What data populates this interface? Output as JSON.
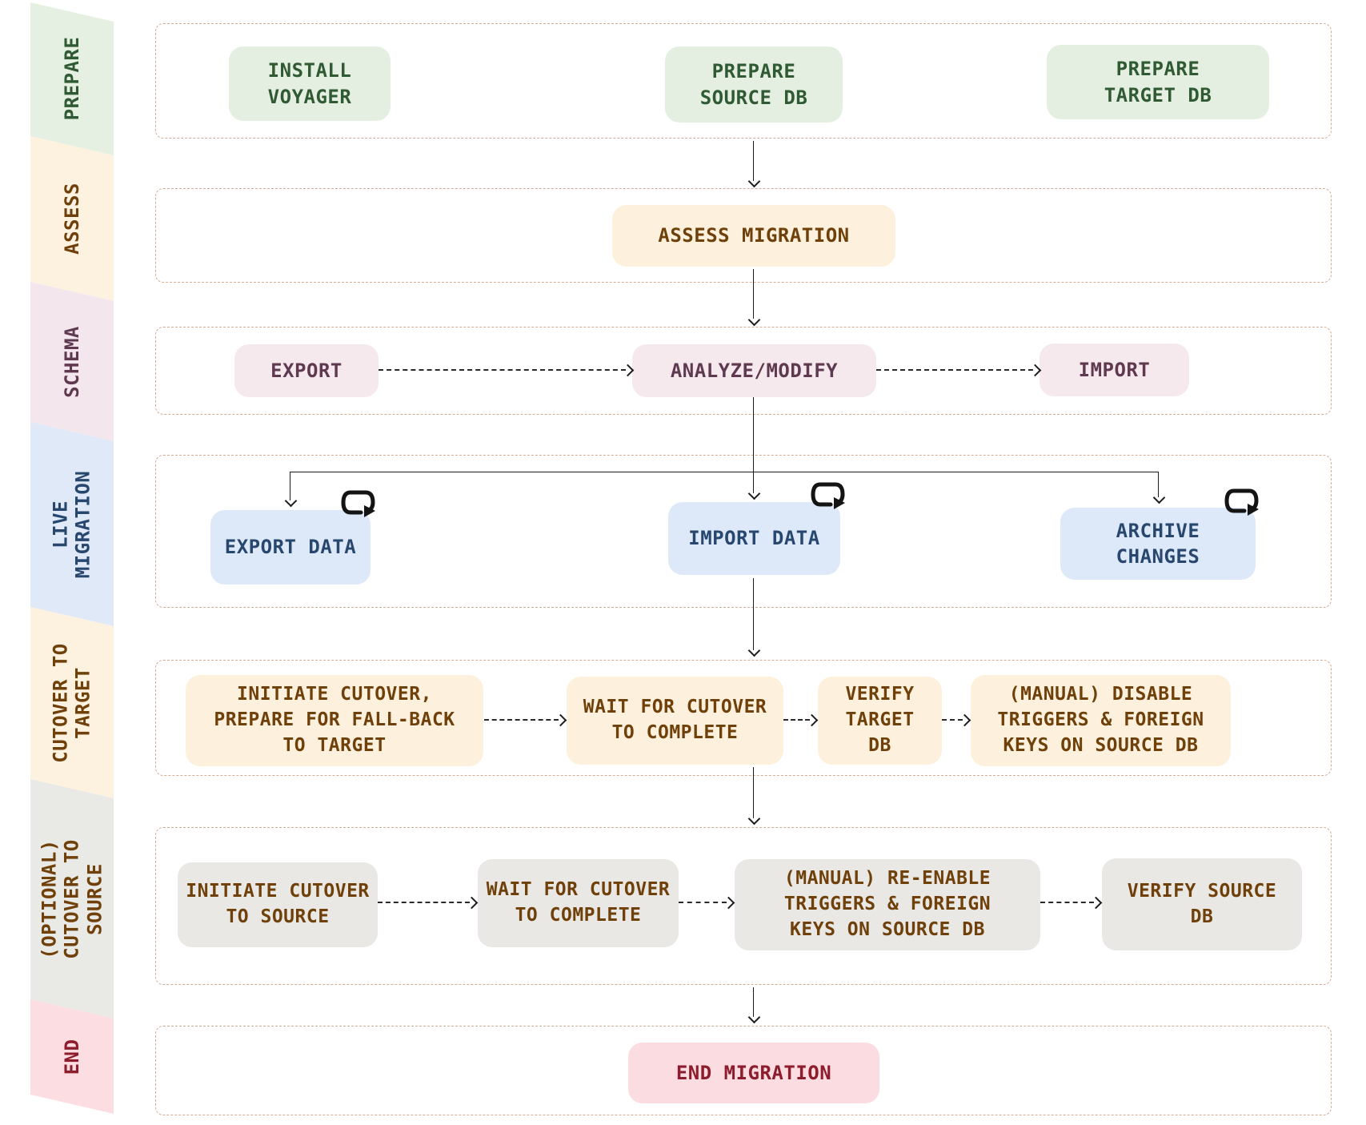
{
  "palette": {
    "lane_border": "#d3ab92",
    "arrow": "#1c1c1c",
    "prepare_bg": "#e5efe1",
    "prepare_text": "#2f5a33",
    "assess_bg": "#fdf0dd",
    "assess_text": "#6f4009",
    "schema_bg": "#f5e9ed",
    "schema_text": "#5f3950",
    "live_bg": "#dde8f8",
    "live_text": "#27476e",
    "cutover_bg": "#fdf0dd",
    "cutover_text": "#6f4009",
    "source_bg": "#e9e8e5",
    "source_text": "#6f4009",
    "end_bg": "#fbdce0",
    "end_text": "#8d1c2c"
  },
  "lanes": [
    {
      "label": "PREPARE",
      "nodes": [
        {
          "label": "INSTALL\nVOYAGER"
        },
        {
          "label": "PREPARE\nSOURCE DB"
        },
        {
          "label": "PREPARE\nTARGET DB"
        }
      ]
    },
    {
      "label": "ASSESS",
      "nodes": [
        {
          "label": "ASSESS MIGRATION"
        }
      ]
    },
    {
      "label": "SCHEMA",
      "nodes": [
        {
          "label": "EXPORT"
        },
        {
          "label": "ANALYZE/MODIFY"
        },
        {
          "label": "IMPORT"
        }
      ]
    },
    {
      "label": "LIVE\nMIGRATION",
      "nodes": [
        {
          "label": "EXPORT DATA",
          "icon": "repeat-loop-icon"
        },
        {
          "label": "IMPORT DATA",
          "icon": "repeat-loop-icon"
        },
        {
          "label": "ARCHIVE\nCHANGES",
          "icon": "repeat-loop-icon"
        }
      ]
    },
    {
      "label": "CUTOVER TO\nTARGET",
      "nodes": [
        {
          "label": "INITIATE CUTOVER,\nPREPARE FOR FALL-BACK\nTO TARGET"
        },
        {
          "label": "WAIT FOR CUTOVER\nTO COMPLETE"
        },
        {
          "label": "VERIFY\nTARGET\nDB"
        },
        {
          "label": "(MANUAL) DISABLE\nTRIGGERS & FOREIGN\nKEYS ON SOURCE DB"
        }
      ]
    },
    {
      "label": "(OPTIONAL)\nCUTOVER TO\nSOURCE",
      "nodes": [
        {
          "label": "INITIATE CUTOVER\nTO SOURCE"
        },
        {
          "label": "WAIT FOR CUTOVER\nTO COMPLETE"
        },
        {
          "label": "(MANUAL) RE-ENABLE\nTRIGGERS & FOREIGN\nKEYS ON SOURCE DB"
        },
        {
          "label": "VERIFY SOURCE\nDB"
        }
      ]
    },
    {
      "label": "END",
      "nodes": [
        {
          "label": "END MIGRATION"
        }
      ]
    }
  ]
}
